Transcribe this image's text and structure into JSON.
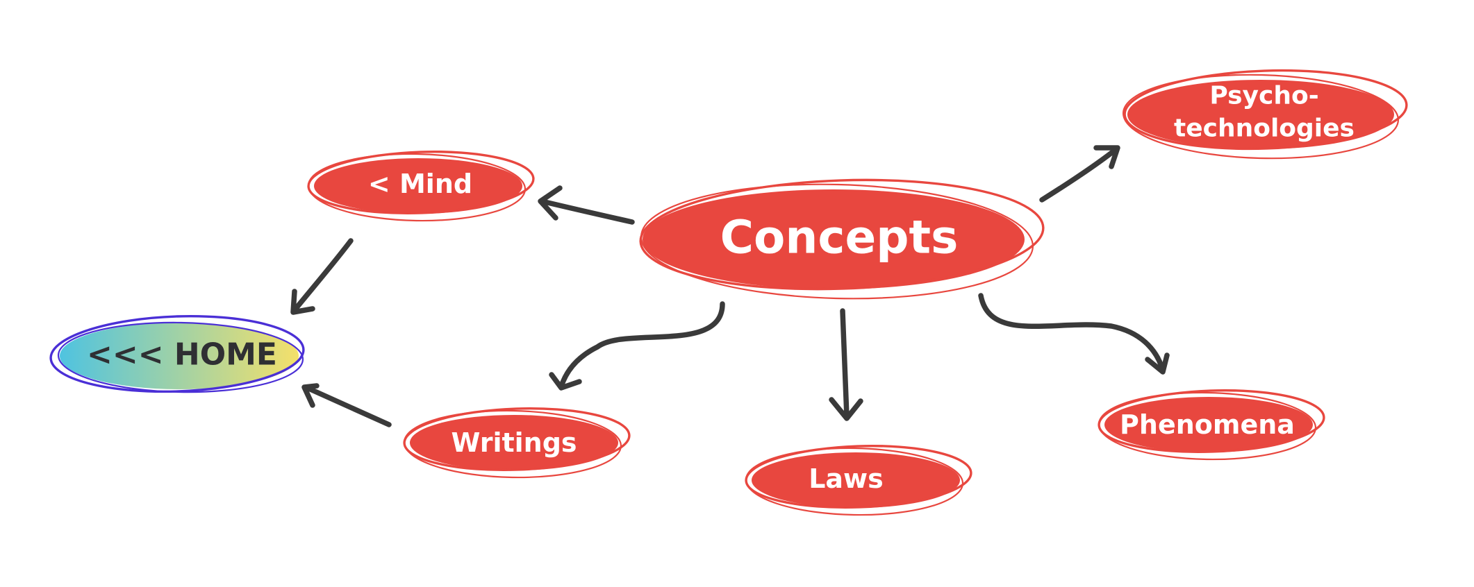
{
  "diagram": {
    "nodes": {
      "concepts": {
        "label": "Concepts"
      },
      "mind": {
        "label": "< Mind"
      },
      "home": {
        "label": "<<< HOME"
      },
      "writings": {
        "label": "Writings"
      },
      "laws": {
        "label": "Laws"
      },
      "phenomena": {
        "label": "Phenomena"
      },
      "psycho": {
        "label_line1": "Psycho-",
        "label_line2": "technologies"
      }
    },
    "edges": [
      {
        "from": "concepts",
        "to": "mind"
      },
      {
        "from": "concepts",
        "to": "psychotechnologies"
      },
      {
        "from": "concepts",
        "to": "writings"
      },
      {
        "from": "concepts",
        "to": "laws"
      },
      {
        "from": "concepts",
        "to": "phenomena"
      },
      {
        "from": "mind",
        "to": "home"
      },
      {
        "from": "writings",
        "to": "home"
      }
    ]
  },
  "colors": {
    "node_fill": "#e8473f",
    "node_outline": "#e8473f",
    "text_light": "#ffffff",
    "text_dark": "#2f2f33",
    "arrow": "#3a3a3a",
    "home_outline": "#4a2fd6",
    "home_gradient_start": "#4fc3e0",
    "home_gradient_end": "#f4e06a"
  }
}
